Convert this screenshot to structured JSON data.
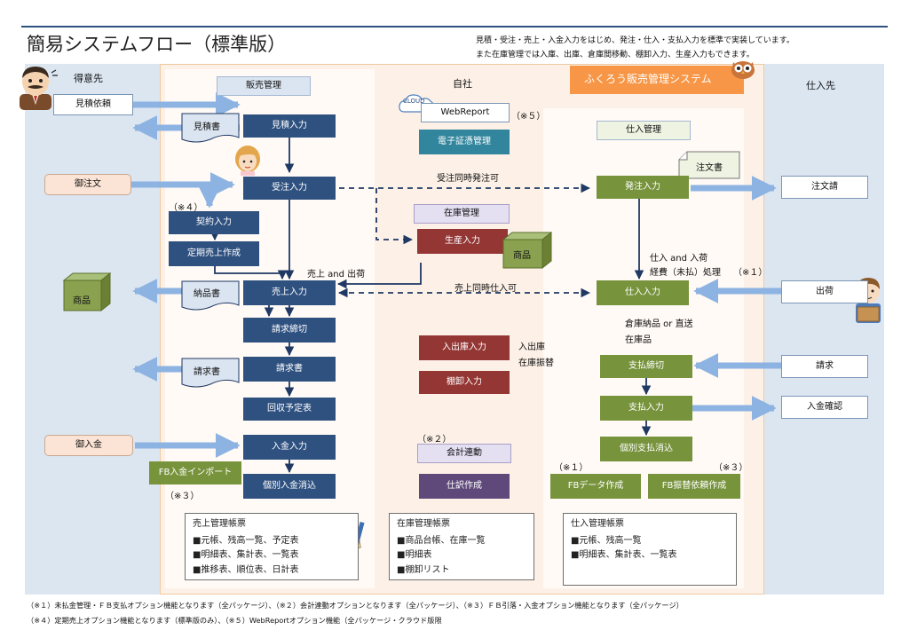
{
  "header": {
    "title": "簡易システムフロー（標準版）",
    "desc1": "見積・受注・売上・入金入力をはじめ、発注・仕入・支払入力を標準で実装しています。",
    "desc2": "また在庫管理では入庫、出庫、倉庫間移動、棚卸入力、生産入力もできます。"
  },
  "columns": {
    "customer": "得意先",
    "company": "自社",
    "supplier": "仕入先",
    "system_banner": "ふくろう販売管理システム"
  },
  "sales": {
    "section": "販売管理",
    "mitsumori_input": "見積入力",
    "juchu_input": "受注入力",
    "keiyaku_input": "契約入力",
    "teiki_uriage": "定期売上作成",
    "uriage_input": "売上入力",
    "seikyu_shimekiri": "請求締切",
    "seikyusho": "請求書",
    "kaishu_yotei": "回収予定表",
    "nyukin_input": "入金入力",
    "kobetsu_nyukin": "個別入金消込",
    "fb_nyukin_import": "FB入金インポート",
    "note4": "（※４）",
    "note3": "（※３）"
  },
  "customer_side": {
    "mitsumori_irai": "見積依頼",
    "mitsumorisho": "見積書",
    "gochumon": "御注文",
    "shohin": "商品",
    "nohinsho": "納品書",
    "seikyusho": "請求書",
    "gonyukin": "御入金"
  },
  "company_side": {
    "cloud": "CLOUD",
    "webreport": "WebReport",
    "note5": "（※５）",
    "denshi_shomei": "電子証憑管理",
    "juchu_doji": "受注同時発注可",
    "zaiko_kanri": "在庫管理",
    "seisan_input": "生産入力",
    "shohin": "商品",
    "uriage_shukka": "売上 and 出荷",
    "uriage_doji": "売上同時仕入可",
    "nyushukko_input": "入出庫入力",
    "nyushukko": "入出庫",
    "zaiko_furikae": "在庫振替",
    "tanaoroshi": "棚卸入力",
    "note2": "（※２）",
    "kaikei_renkei": "会計連動",
    "shiwake": "仕訳作成"
  },
  "purchase": {
    "section": "仕入管理",
    "chumonsho": "注文書",
    "hatchu_input": "発注入力",
    "shiire_nyuka": "仕入 and 入荷",
    "keihi": "経費（未払）処理",
    "note1": "（※１）",
    "shiire_input": "仕入入力",
    "soko_nohin": "倉庫納品 or 直送",
    "zaikohin": "在庫品",
    "shiharai_shimekiri": "支払締切",
    "shiharai_input": "支払入力",
    "kobetsu_shiharai": "個別支払消込",
    "note1b": "（※１）",
    "note3": "（※３）",
    "fb_data": "FBデータ作成",
    "fb_furikomi": "FB振替依頼作成"
  },
  "supplier_side": {
    "chumon_uke": "注文請",
    "shukka": "出荷",
    "seikyu": "請求",
    "nyukin_kakunin": "入金確認"
  },
  "reports": {
    "sales_title": "売上管理帳票",
    "sales_items": [
      "■元帳、残高一覧、予定表",
      "■明細表、集計表、一覧表",
      "■推移表、順位表、日計表"
    ],
    "stock_title": "在庫管理帳票",
    "stock_items": [
      "■商品台帳、在庫一覧",
      "■明細表",
      "■棚卸リスト"
    ],
    "purchase_title": "仕入管理帳票",
    "purchase_items": [
      "■元帳、残高一覧",
      "■明細表、集計表、一覧表"
    ]
  },
  "footnotes": {
    "line1": "（※１）未払金管理・ＦＢ支払オプション機能となります（全パッケージ）、（※２）会計連動オプションとなります（全パッケージ）、（※３）ＦＢ引落・入金オプション機能となります（全パッケージ）",
    "line2": "（※４）定期売上オプション機能となります（標準版のみ）、（※５）WebReportオプション機能（全パッケージ・クラウド版限"
  },
  "colors": {
    "navy": "#2f5180",
    "green": "#77933c",
    "red": "#943634",
    "purple": "#5f497a",
    "orange": "#f79646",
    "customer_bg": "#dce6f1",
    "company_bg": "#fdf1e7"
  }
}
